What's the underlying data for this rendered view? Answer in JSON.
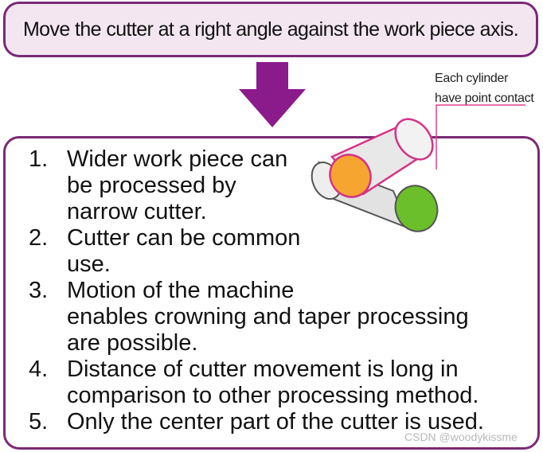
{
  "header": {
    "text": "Move the cutter at a right angle against the work piece axis."
  },
  "callout": {
    "lines": [
      "Each cylinder",
      "have point contact"
    ]
  },
  "list": {
    "items": [
      {
        "number": "1.",
        "lines": [
          "Wider work piece can",
          "be processed by",
          "narrow cutter."
        ]
      },
      {
        "number": "2.",
        "lines": [
          "Cutter can be common",
          "use."
        ]
      },
      {
        "number": "3.",
        "lines": [
          "Motion of the machine",
          "enables crowning and taper processing",
          "are possible."
        ]
      },
      {
        "number": "4.",
        "lines": [
          "Distance of cutter movement is long in",
          "comparison to other processing method."
        ]
      },
      {
        "number": "5.",
        "lines": [
          "Only the center part of the cutter is used."
        ]
      }
    ]
  },
  "watermark": {
    "text": "CSDN @woodykissme"
  },
  "colors": {
    "frame": "#7a2a77",
    "header_fill": "#f3e6f1",
    "arrow": "#8b1a8b",
    "cylinder_front_outline": "#d63384",
    "cylinder_front_end": "#f6a531",
    "cylinder_back_end": "#6bbf2a",
    "cylinder_body": "#e0e0e0"
  }
}
